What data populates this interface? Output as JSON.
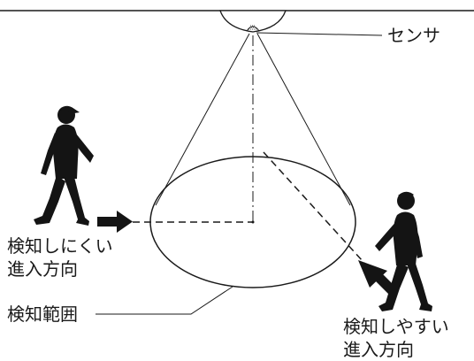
{
  "labels": {
    "sensor": "センサ",
    "hard_direction_line1": "検知しにくい",
    "hard_direction_line2": "進入方向",
    "detection_range": "検知範囲",
    "easy_direction_line1": "検知しやすい",
    "easy_direction_line2": "進入方向"
  },
  "colors": {
    "line": "#1a1a1a",
    "figure": "#141414",
    "background": "#ffffff"
  },
  "icons": {
    "sensor": "ceiling-sensor-icon",
    "person_left": "walking-person-icon",
    "person_right": "walking-person-icon"
  }
}
